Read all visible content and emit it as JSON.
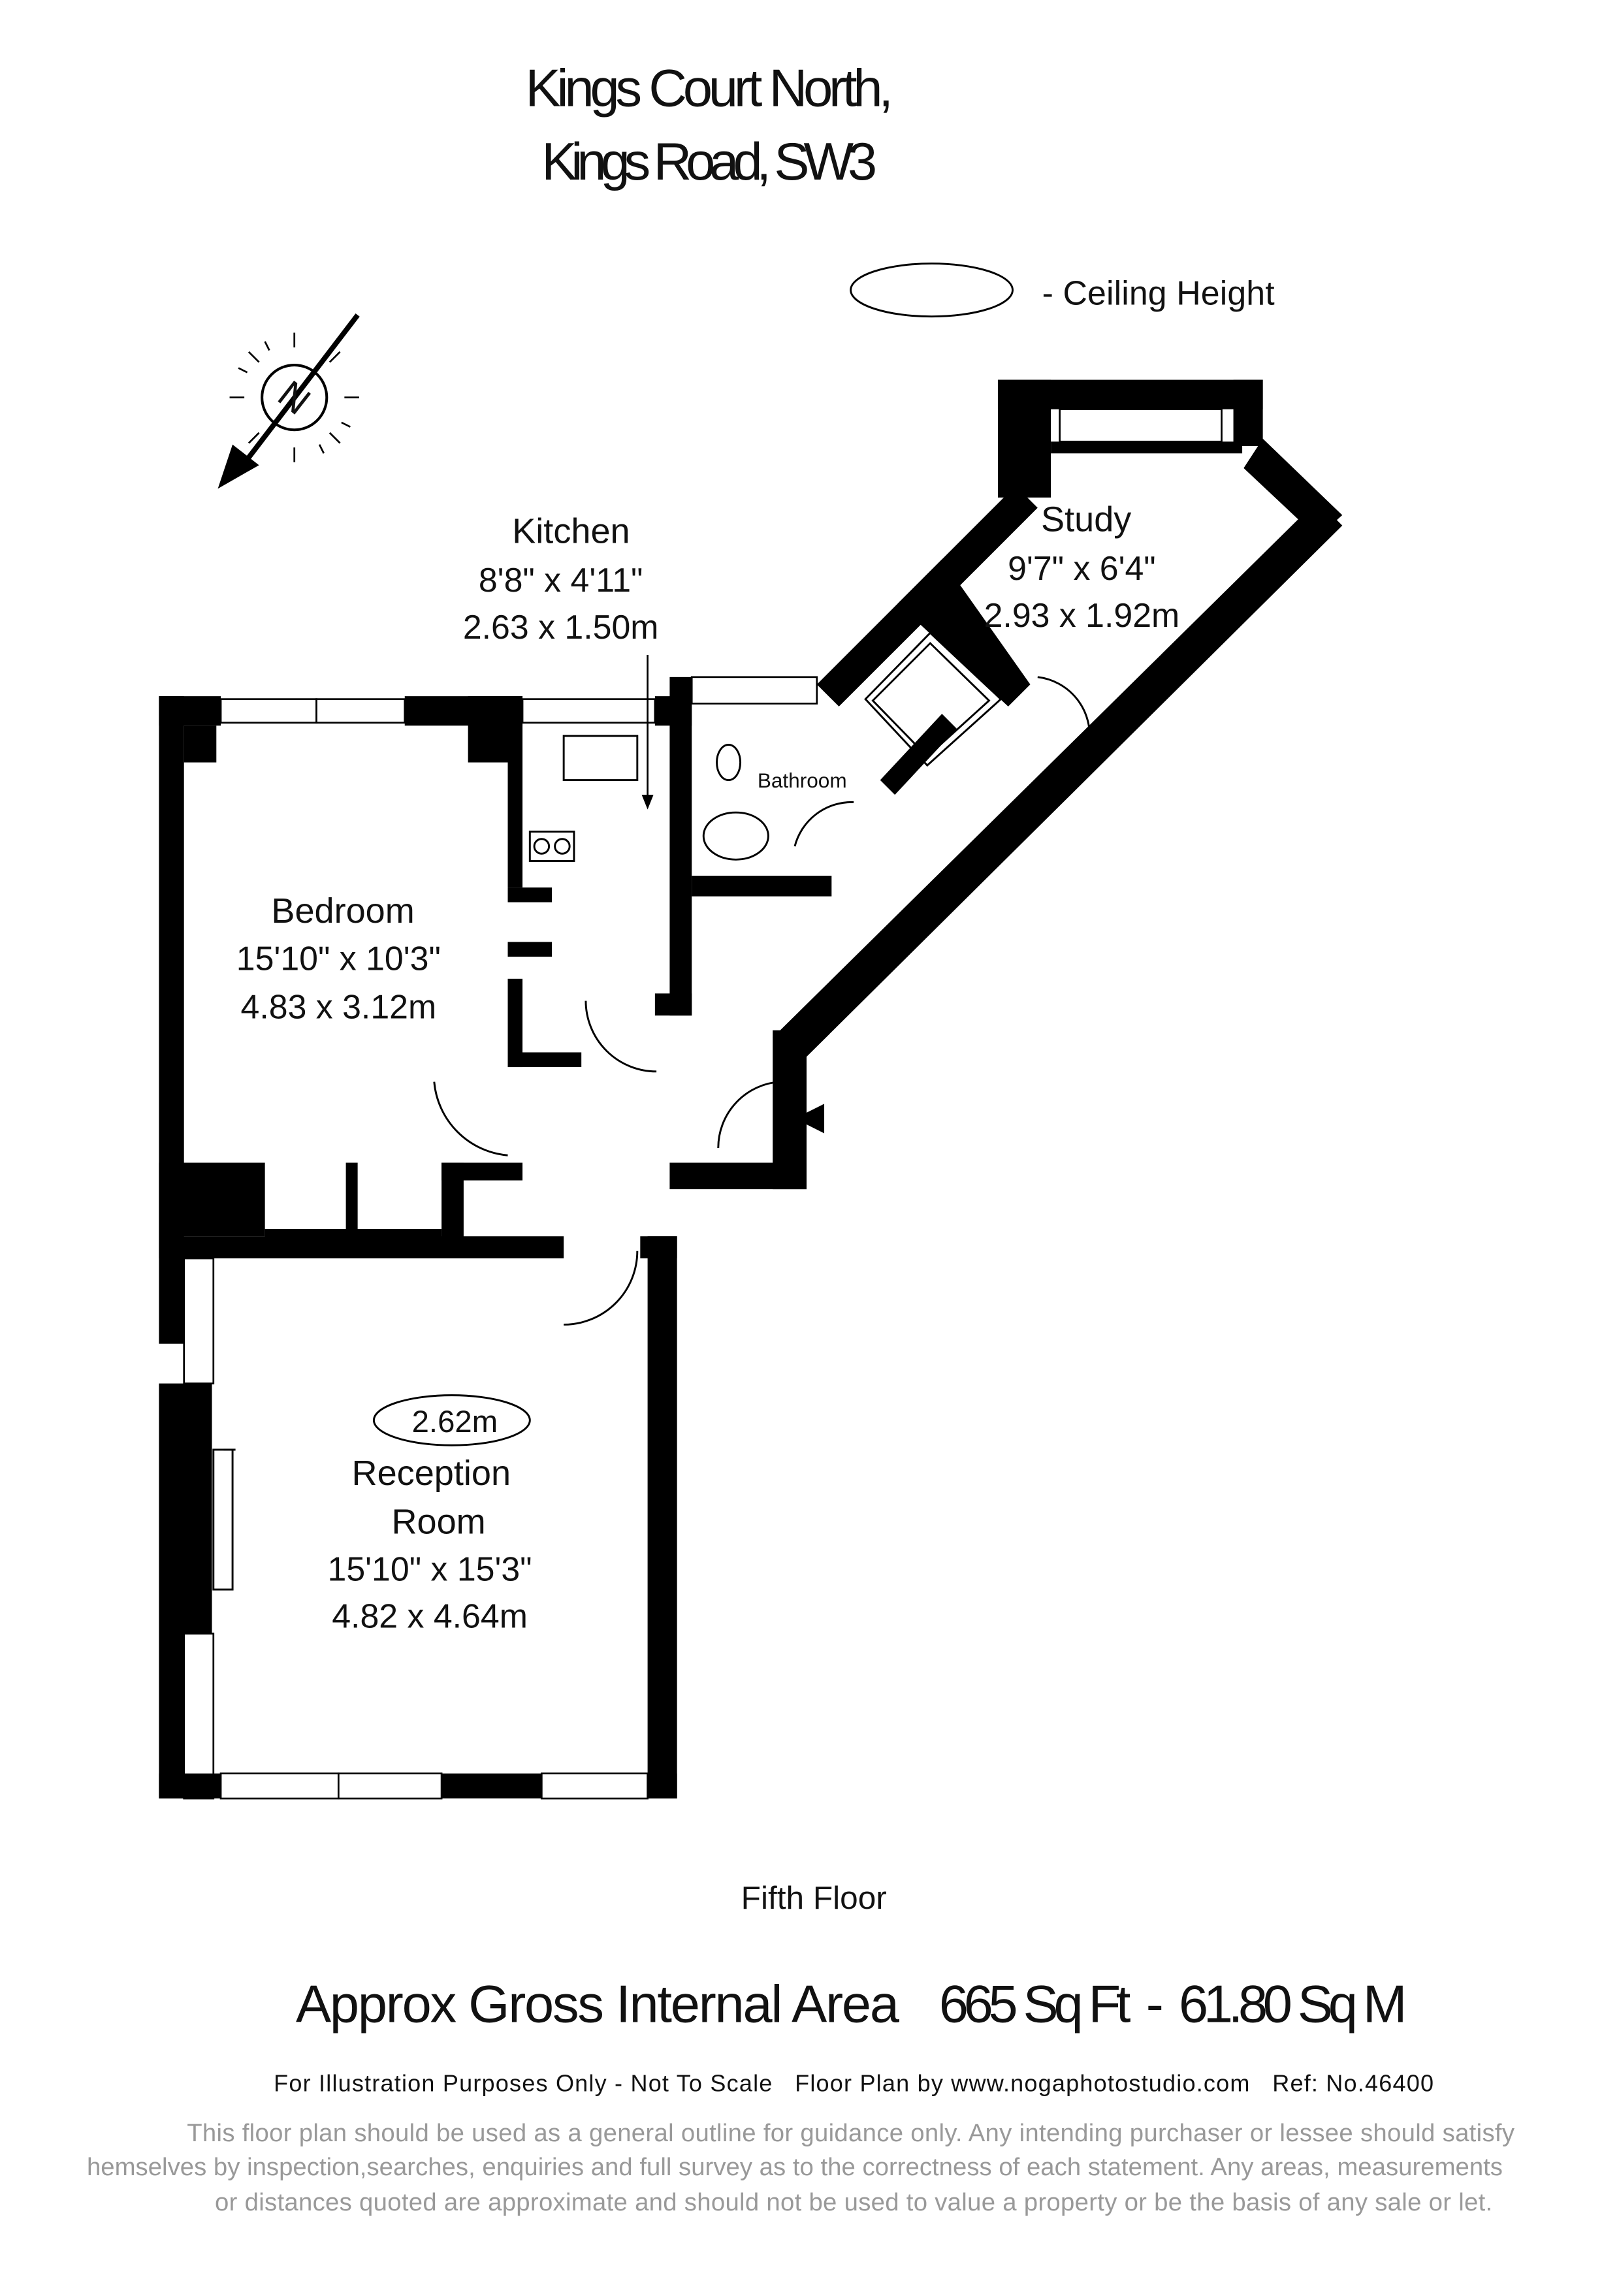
{
  "header": {
    "title_line1": "Kings Court North,",
    "title_line2": "Kings Road, SW3"
  },
  "legend": {
    "ceiling_height_label": "- Ceiling Height"
  },
  "compass": {
    "letter": "N"
  },
  "rooms": {
    "kitchen": {
      "name": "Kitchen",
      "imperial": "8'8\" x 4'11\"",
      "metric": "2.63 x 1.50m"
    },
    "study": {
      "name": "Study",
      "imperial": "9'7\" x 6'4\"",
      "metric": "2.93 x 1.92m"
    },
    "bathroom": {
      "name": "Bathroom"
    },
    "bedroom": {
      "name": "Bedroom",
      "imperial": "15'10\" x 10'3\"",
      "metric": "4.83 x 3.12m"
    },
    "reception": {
      "name_line1": "Reception",
      "name_line2": "Room",
      "imperial": "15'10\" x 15'3\"",
      "metric": "4.82 x 4.64m",
      "ceiling_height": "2.62m"
    }
  },
  "floor_label": "Fifth Floor",
  "area": {
    "label": "Approx Gross Internal Area",
    "value": "665 Sq Ft  -  61.80 Sq M"
  },
  "footer": {
    "credit": "For Illustration Purposes Only - Not To Scale   Floor Plan by www.nogaphotostudio.com   Ref: No.46400",
    "disclaimer_line1": "This floor plan should be used as a general outline for guidance only. Any intending purchaser or lessee should satisfy",
    "disclaimer_line2": "hemselves by inspection,searches, enquiries and full survey as to the correctness of each statement. Any areas, measurements",
    "disclaimer_line3": "or distances quoted are approximate and should not be used to value a property or be the basis of any sale or let."
  }
}
